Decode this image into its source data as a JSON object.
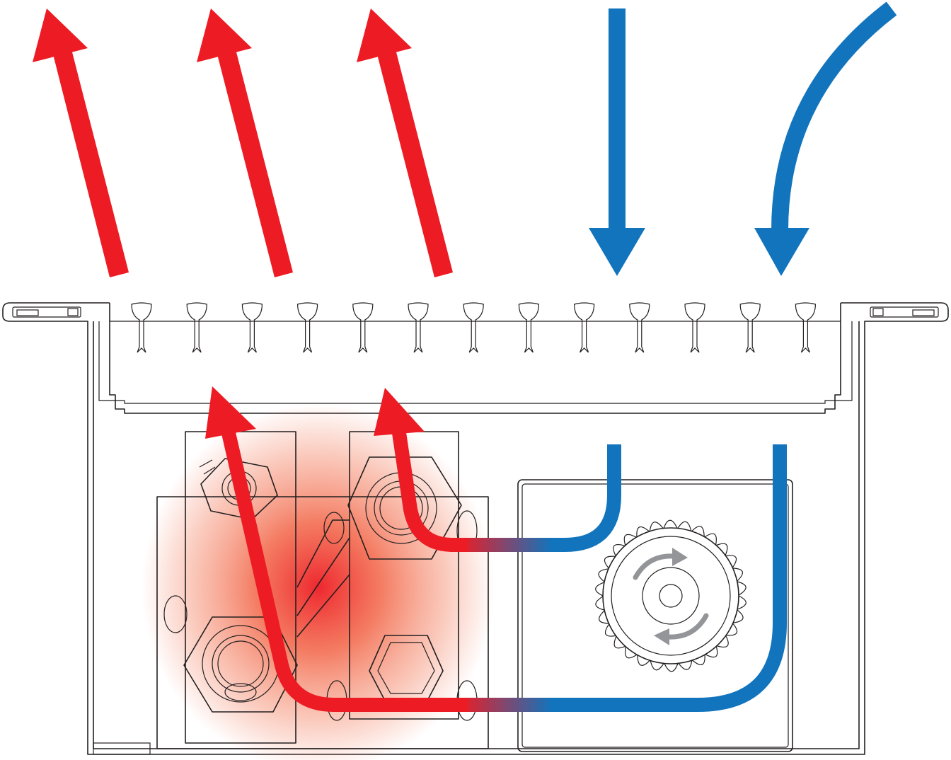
{
  "colors": {
    "warm_air": "#ed1c24",
    "cool_air": "#1174bc",
    "outline": "#231f20",
    "heat_glow": "#f15a3a",
    "fan_rotation": "#939598",
    "background": "#ffffff"
  },
  "flows": {
    "warm_outlet_arrows": 3,
    "cool_inlet_arrows": 2,
    "internal_flows": 2
  },
  "grille": {
    "slat_count": 13
  },
  "icons": [
    "warm-air-arrow-icon",
    "cool-air-arrow-icon",
    "fan-rotation-icon",
    "tangential-fan-icon",
    "heat-exchanger-icon"
  ]
}
